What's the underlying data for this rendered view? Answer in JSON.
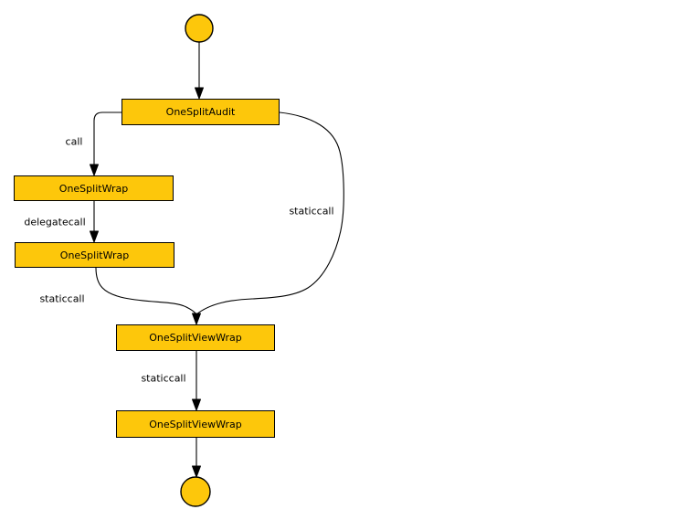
{
  "diagram": {
    "type": "contract-call-flowchart",
    "colors": {
      "background": "#FFFFFF",
      "node_fill": "#FDC70B",
      "node_border": "#000000",
      "edge": "#000000",
      "text": "#000000"
    },
    "nodes": {
      "start": {
        "shape": "circle",
        "label": ""
      },
      "audit": {
        "shape": "box",
        "label": "OneSplitAudit"
      },
      "wrap1": {
        "shape": "box",
        "label": "OneSplitWrap"
      },
      "wrap2": {
        "shape": "box",
        "label": "OneSplitWrap"
      },
      "view1": {
        "shape": "box",
        "label": "OneSplitViewWrap"
      },
      "view2": {
        "shape": "box",
        "label": "OneSplitViewWrap"
      },
      "end": {
        "shape": "circle",
        "label": ""
      }
    },
    "edges": {
      "start_to_audit": {
        "from": "start",
        "to": "audit",
        "label": ""
      },
      "audit_to_wrap1": {
        "from": "audit",
        "to": "wrap1",
        "label": "call"
      },
      "wrap1_to_wrap2": {
        "from": "wrap1",
        "to": "wrap2",
        "label": "delegatecall"
      },
      "wrap2_to_view1": {
        "from": "wrap2",
        "to": "view1",
        "label": "staticcall"
      },
      "audit_to_view1": {
        "from": "audit",
        "to": "view1",
        "label": "staticcall"
      },
      "view1_to_view2": {
        "from": "view1",
        "to": "view2",
        "label": "staticcall"
      },
      "view2_to_end": {
        "from": "view2",
        "to": "end",
        "label": ""
      }
    }
  }
}
